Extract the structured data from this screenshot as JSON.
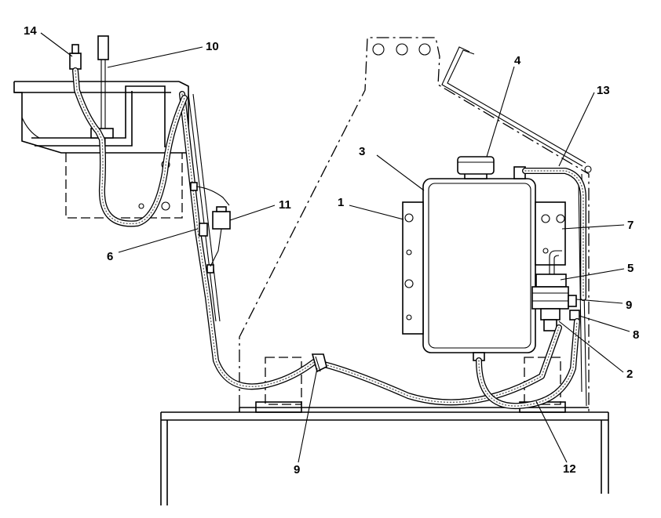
{
  "callouts": [
    {
      "id": "c1",
      "label": "1"
    },
    {
      "id": "c2",
      "label": "2"
    },
    {
      "id": "c3",
      "label": "3"
    },
    {
      "id": "c4",
      "label": "4"
    },
    {
      "id": "c5",
      "label": "5"
    },
    {
      "id": "c6",
      "label": "6"
    },
    {
      "id": "c7",
      "label": "7"
    },
    {
      "id": "c8",
      "label": "8"
    },
    {
      "id": "c9a",
      "label": "9"
    },
    {
      "id": "c9b",
      "label": "9"
    },
    {
      "id": "c10",
      "label": "10"
    },
    {
      "id": "c11",
      "label": "11"
    },
    {
      "id": "c12",
      "label": "12"
    },
    {
      "id": "c13",
      "label": "13"
    },
    {
      "id": "c14",
      "label": "14"
    }
  ],
  "colors": {
    "line": "#000000",
    "background": "#ffffff"
  }
}
